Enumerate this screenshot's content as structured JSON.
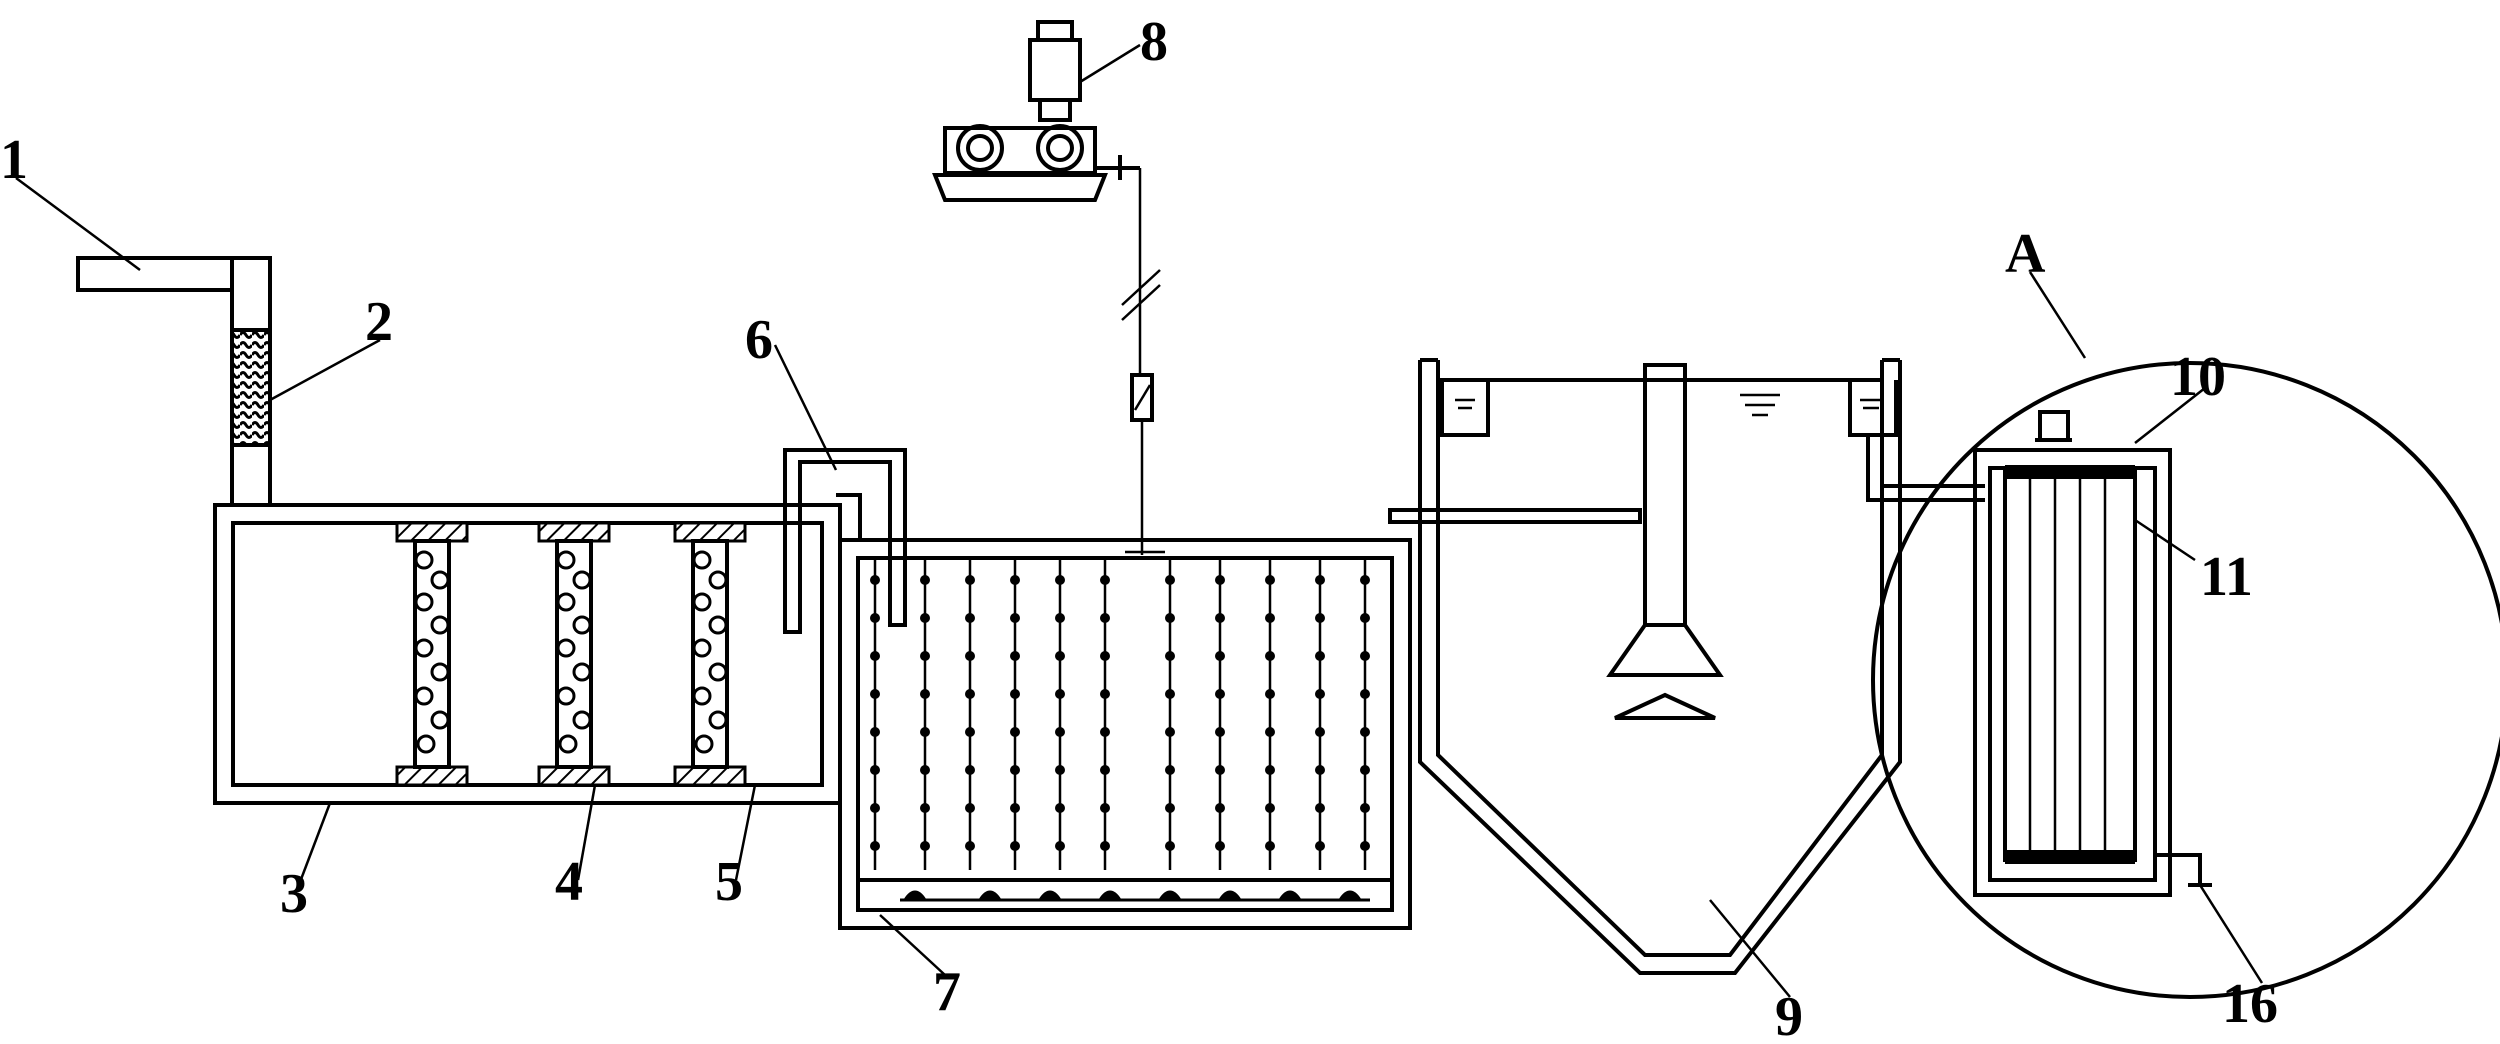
{
  "labels": {
    "l1": "1",
    "l2": "2",
    "l3": "3",
    "l4": "4",
    "l5": "5",
    "l6": "6",
    "l7": "7",
    "l8": "8",
    "l9": "9",
    "l10": "10",
    "l11": "11",
    "l16": "16",
    "lA": "A"
  }
}
